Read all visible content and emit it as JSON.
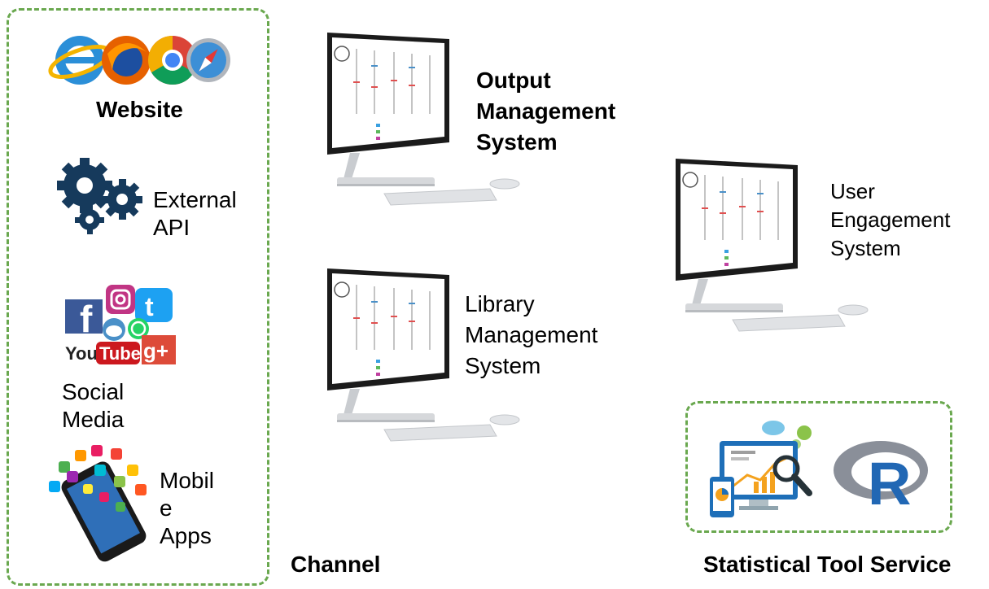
{
  "channel_group": {
    "label": "Channel",
    "website": {
      "label": "Website",
      "icon": "browser-icons"
    },
    "external_api": {
      "label": "External\nAPI",
      "icon": "gears-icon"
    },
    "social_media": {
      "label": "Social\nMedia",
      "icon": "social-media-icons",
      "logo_text": [
        "You",
        "Tube"
      ]
    },
    "mobile_apps": {
      "label": "Mobil\ne\nApps",
      "icon": "smartphone-apps-icon"
    }
  },
  "systems": [
    {
      "label": "Output\nManagement\nSystem",
      "icon": "desktop-computer-icon",
      "bold": true
    },
    {
      "label": "Library\nManagement\nSystem",
      "icon": "desktop-computer-icon",
      "bold": false
    },
    {
      "label": "User\nEngagement\nSystem",
      "icon": "desktop-computer-icon",
      "bold": false
    }
  ],
  "statistical_group": {
    "label": "Statistical Tool Service",
    "icons": [
      "analytics-dashboard-icon",
      "r-logo-icon"
    ],
    "r_letter": "R"
  },
  "colors": {
    "dash_border": "#6aa84f",
    "gear": "#163a5c",
    "r_blue": "#2167b4",
    "r_gray": "#8a8f99"
  }
}
